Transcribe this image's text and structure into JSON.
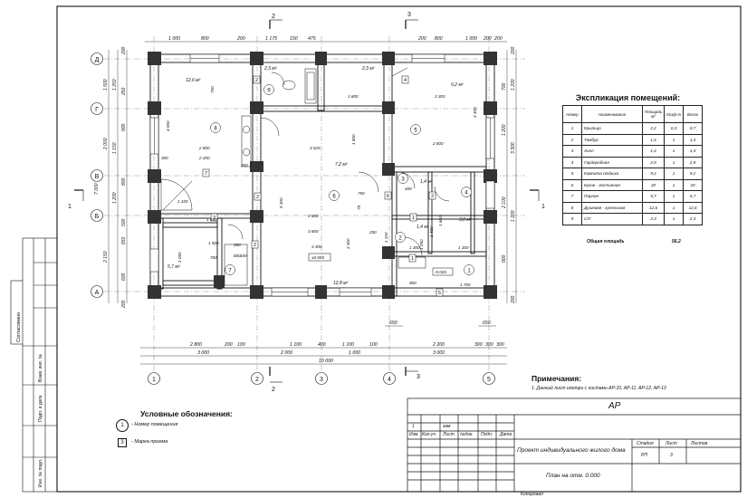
{
  "axes": {
    "columns": [
      "1",
      "2",
      "3",
      "4",
      "5"
    ],
    "rows": [
      "Д",
      "Г",
      "В",
      "Б",
      "А"
    ]
  },
  "section_marks": {
    "s2": "2",
    "s3": "3",
    "s1": "1"
  },
  "dims_top": [
    "1 000",
    "800",
    "1 175",
    "150",
    "475",
    "800",
    "1 000",
    "200",
    "200",
    "200",
    "200"
  ],
  "dims_bottom": {
    "row1": [
      "2 800",
      "200",
      "100",
      "1 100",
      "400",
      "1 100",
      "100",
      "2 200",
      "300",
      "300",
      "300"
    ],
    "row2": [
      "3 000",
      "2 000",
      "1 000",
      "3 000"
    ],
    "total": "10 000",
    "small": [
      "650",
      "650"
    ]
  },
  "dims_left": [
    "1 500",
    "1 250",
    "2 000",
    "1 150",
    "1 200",
    "2 150",
    "200",
    "200",
    "7 000",
    "900",
    "650",
    "500",
    "600",
    "800",
    "250"
  ],
  "dims_right": [
    "1 200",
    "3 300",
    "1 200",
    "2 100",
    "900",
    "1 200",
    "700",
    "200",
    "200"
  ],
  "room_labels": {
    "r8_area": "12,6 м²",
    "r2_area": "2,3 м²",
    "r4_area": "2,3 м²",
    "r5_area": "9,2 м²",
    "r6_area": "7,2 м²",
    "r7_area": "5,7 м²",
    "r3_area": "1,4 м²",
    "r3b_area": "1,4 м²",
    "r4b_area": "3,0 м²",
    "r1_area": "12,8 м²",
    "level": "±0.000",
    "level2": "-0.020"
  },
  "inner_dims": [
    "4 550",
    "2 800",
    "2 200",
    "3 525",
    "1 800",
    "1 800",
    "3 300",
    "3 800",
    "3 300",
    "2 800",
    "3 300",
    "3 300",
    "1 300",
    "1 300",
    "1 700",
    "700",
    "900",
    "1 100",
    "1 600",
    "2 050",
    "1 500",
    "350",
    "800",
    "1 650",
    "1 100",
    "750",
    "700",
    "300",
    "100",
    "200",
    "250",
    "75",
    "400",
    "1 050",
    "1 400",
    "3 800",
    "5 300"
  ],
  "marks": [
    "1",
    "2",
    "3",
    "4",
    "5",
    "6",
    "7",
    "8",
    "9"
  ],
  "explication": {
    "title": "Экспликация помещений:",
    "headers": [
      "Номер",
      "Наименование",
      "Площадь м²",
      "Коэф-т",
      "Всего"
    ],
    "rows": [
      [
        "1",
        "Крыльцо",
        "2,2",
        "0,3",
        "0,7"
      ],
      [
        "2",
        "Тамбур",
        "1,4",
        "1",
        "1,4"
      ],
      [
        "3",
        "Холл",
        "1,4",
        "1",
        "1,4"
      ],
      [
        "4",
        "Гардеробная",
        "2,9",
        "1",
        "2,9"
      ],
      [
        "5",
        "Комната отдыха",
        "9,2",
        "1",
        "9,2"
      ],
      [
        "6",
        "Кухня - гостинная",
        "20",
        "1",
        "20"
      ],
      [
        "7",
        "Парная",
        "5,7",
        "1",
        "5,7"
      ],
      [
        "8",
        "Душевая - купельная",
        "12,6",
        "1",
        "12,6"
      ],
      [
        "9",
        "С/У",
        "2,3",
        "1",
        "2,3"
      ]
    ],
    "total_label": "Общая площадь",
    "total_value": "56,2"
  },
  "legend": {
    "title": "Условные обозначения:",
    "item1_sym": "1",
    "item1_text": "- Номер помещения",
    "item2_sym": "3",
    "item2_text": "- Марка проема"
  },
  "notes": {
    "title": "Примечания:",
    "text": "1. Данный лист смотри с листами АР-10, АР-11, АР-12, АР-13"
  },
  "stamp": {
    "code": "АР",
    "row_small": [
      "1",
      "",
      "зам",
      "",
      "",
      ""
    ],
    "headers": [
      "Изм.",
      "Кол.уч",
      "Лист",
      "№док.",
      "Подп.",
      "Дата"
    ],
    "project": "Проект индивидуального жилого дома",
    "stage_label": "Стадия",
    "sheet_label": "Лист",
    "sheets_label": "Листов",
    "stage": "РП",
    "sheet": "3",
    "sheet_title": "План на отм. 0.000",
    "copied": "Копировал"
  },
  "side_stamp": [
    "Согласовано",
    "Взам. инв. №",
    "Подп. и дата",
    "Инв. № подл."
  ]
}
